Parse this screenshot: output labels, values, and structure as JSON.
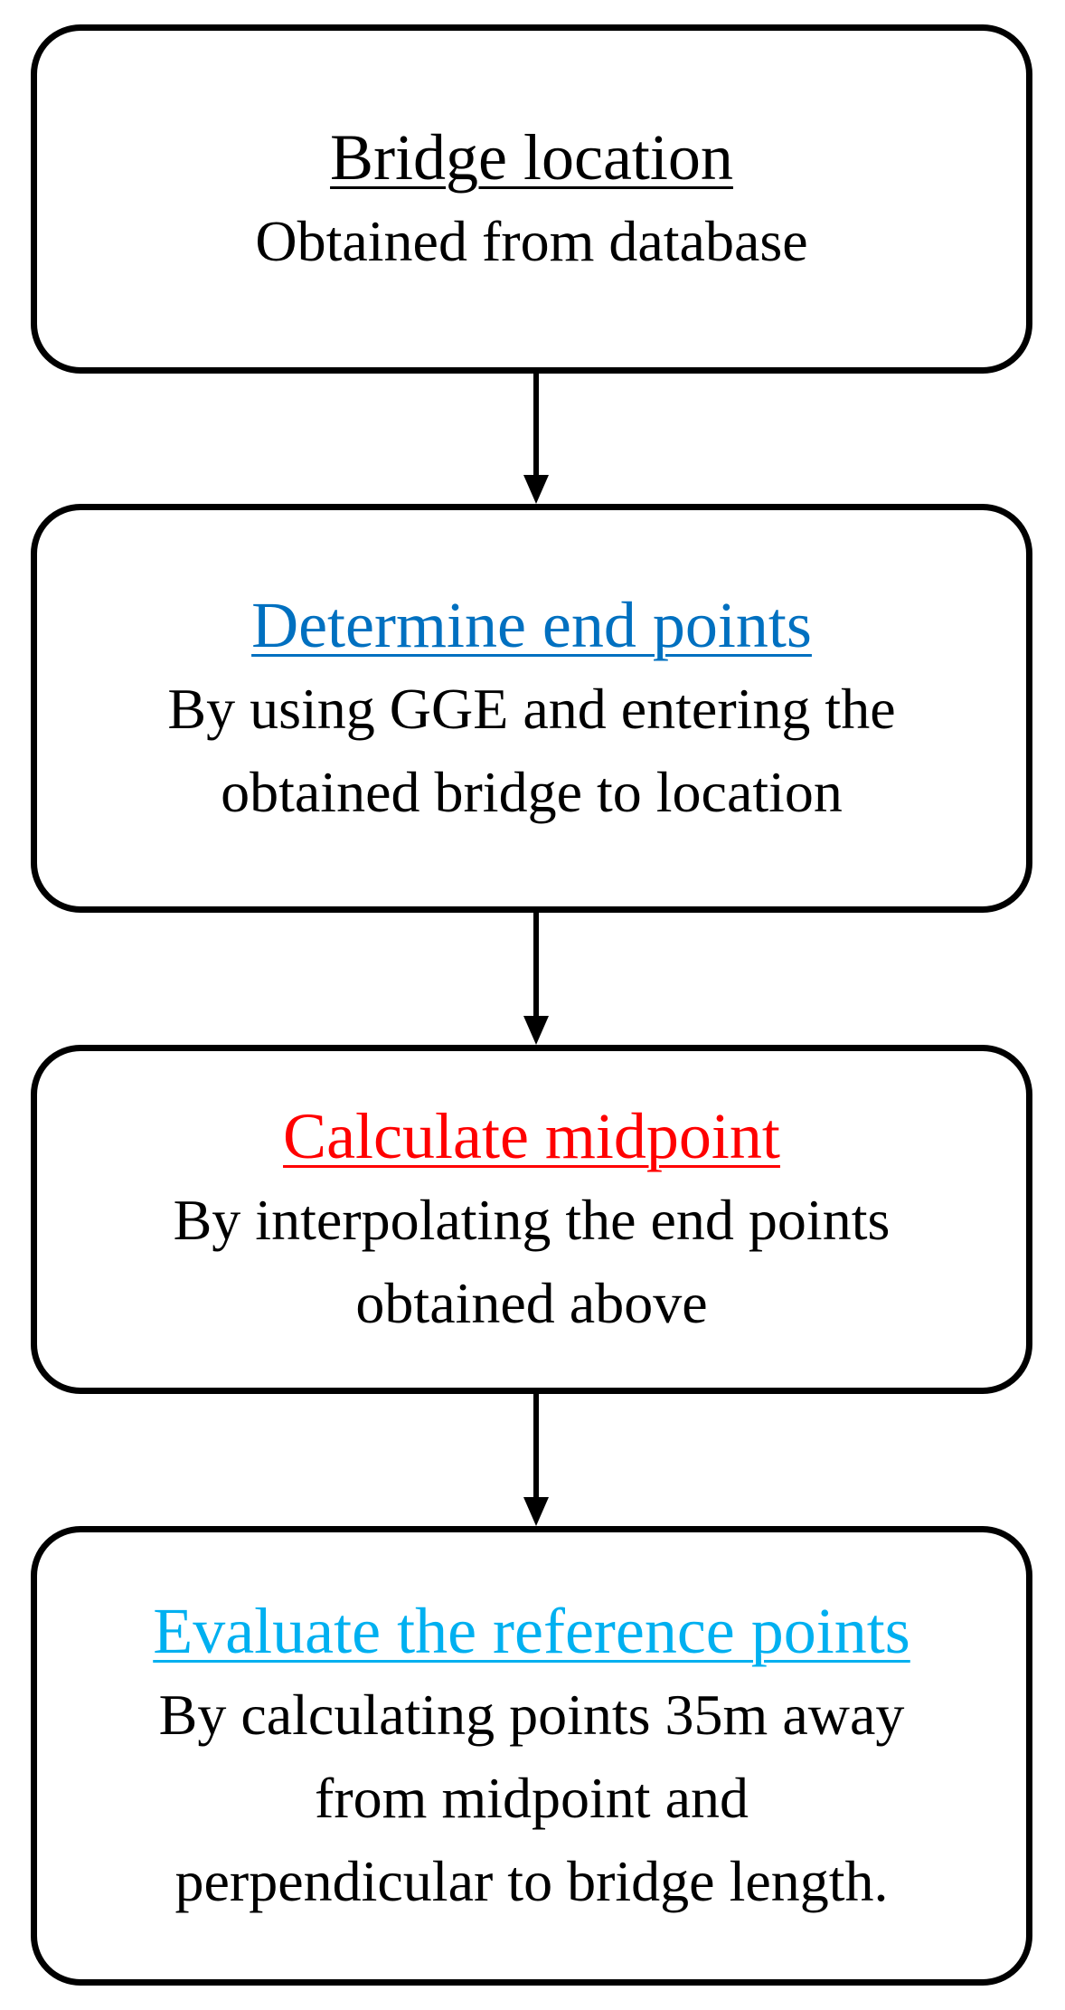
{
  "colors": {
    "border": "#000000",
    "background": "#ffffff",
    "step1_title": "#000000",
    "step2_title": "#0070c0",
    "step3_title": "#ff0000",
    "step4_title": "#00b0f0"
  },
  "steps": [
    {
      "title": "Bridge location",
      "lines": [
        "Obtained from database"
      ]
    },
    {
      "title": "Determine end points",
      "lines": [
        "By using GGE and entering the",
        "obtained bridge to location"
      ]
    },
    {
      "title": "Calculate midpoint",
      "lines": [
        "By interpolating the end points",
        "obtained above"
      ]
    },
    {
      "title": "Evaluate the reference points",
      "lines": [
        "By calculating points 35m away",
        "from midpoint and",
        "perpendicular to bridge length."
      ]
    }
  ]
}
